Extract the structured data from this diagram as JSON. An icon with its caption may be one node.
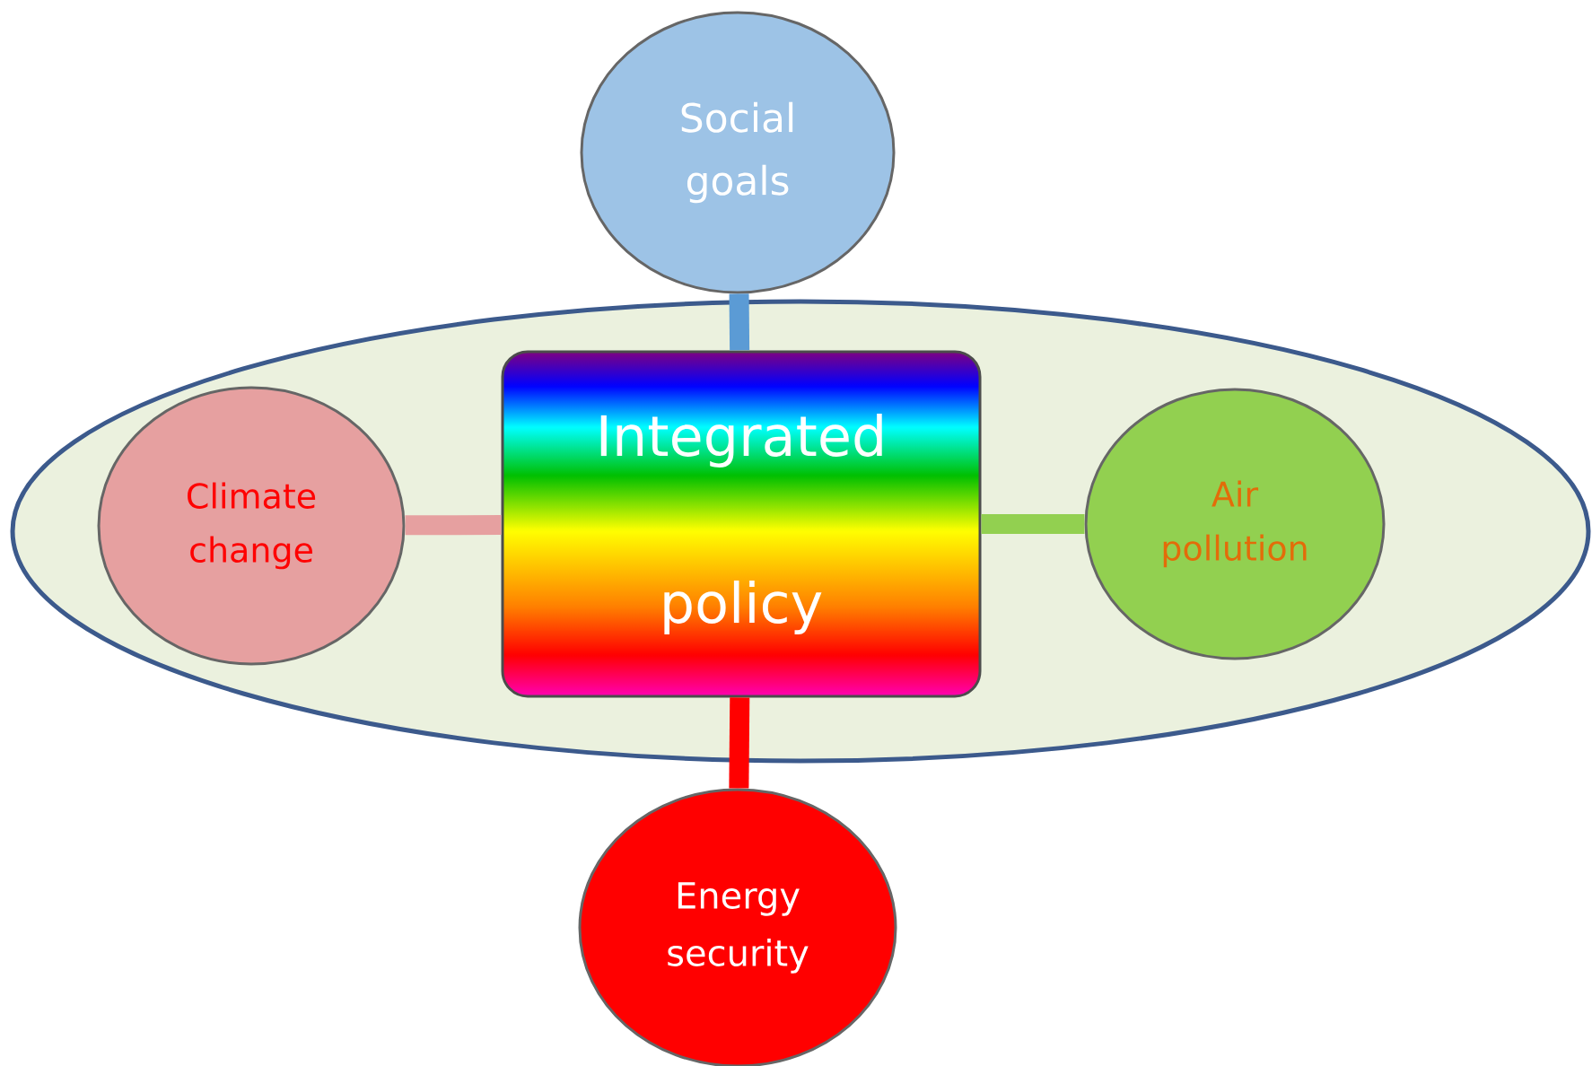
{
  "diagram": {
    "nodes": [
      {
        "text": [
          "Social goals"
        ]
      },
      {
        "text": [],
        "shape": "ellipse"
      },
      {
        "text": [
          "Climate change"
        ],
        "in": 1
      },
      {
        "text": [
          "Integrated policy"
        ],
        "in": 1
      },
      {
        "text": [
          "Air pollution"
        ],
        "in": 1
      },
      {
        "text": [
          "Energy security"
        ]
      }
    ],
    "edges": [
      {
        "from": 0,
        "to": 3,
        "arrow": "none",
        "color": "#5b9bd5"
      },
      {
        "from": 2,
        "to": 3,
        "arrow": "none",
        "color": "#e6a0a0"
      },
      {
        "from": 3,
        "to": 4,
        "arrow": "none",
        "color": "#92d050"
      },
      {
        "from": 3,
        "to": 5,
        "arrow": "none",
        "color": "#ff0000"
      }
    ]
  }
}
